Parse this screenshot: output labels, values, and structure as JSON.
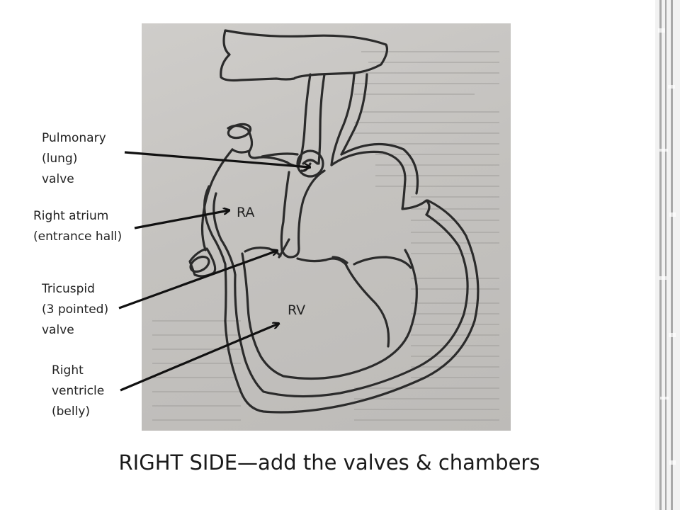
{
  "colors": {
    "paper": "#c8c6c3",
    "ink": "#2b2b2b",
    "label": "#222222",
    "arrow": "#111111"
  },
  "chambers": {
    "ra": "RA",
    "rv": "RV"
  },
  "labels": {
    "pulmonary_valve": [
      "Pulmonary",
      "(lung)",
      "valve"
    ],
    "right_atrium": [
      "Right atrium",
      "(entrance hall)"
    ],
    "tricuspid_valve": [
      "Tricuspid",
      "(3 pointed)",
      "valve"
    ],
    "right_ventricle": [
      "Right",
      "ventricle",
      "(belly)"
    ]
  },
  "caption": "RIGHT SIDE—add the valves & chambers"
}
